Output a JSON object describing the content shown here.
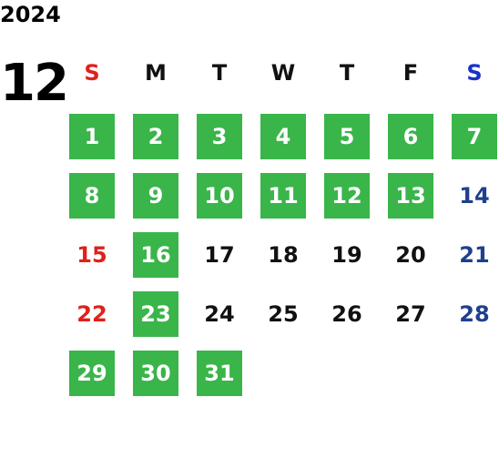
{
  "calendar": {
    "year": "2024",
    "month": "12",
    "weekdays": [
      {
        "label": "S",
        "color": "#e0201b"
      },
      {
        "label": "M",
        "color": "#111111"
      },
      {
        "label": "T",
        "color": "#111111"
      },
      {
        "label": "W",
        "color": "#111111"
      },
      {
        "label": "T",
        "color": "#111111"
      },
      {
        "label": "F",
        "color": "#111111"
      },
      {
        "label": "S",
        "color": "#1a32c8"
      }
    ],
    "colors": {
      "highlight_bg": "#39b54a",
      "highlight_text": "#ffffff",
      "sunday": "#e0201b",
      "saturday": "#1f3f8f",
      "weekday": "#111111"
    },
    "days": [
      {
        "day": "1",
        "highlighted": true
      },
      {
        "day": "2",
        "highlighted": true
      },
      {
        "day": "3",
        "highlighted": true
      },
      {
        "day": "4",
        "highlighted": true
      },
      {
        "day": "5",
        "highlighted": true
      },
      {
        "day": "6",
        "highlighted": true
      },
      {
        "day": "7",
        "highlighted": true
      },
      {
        "day": "8",
        "highlighted": true
      },
      {
        "day": "9",
        "highlighted": true
      },
      {
        "day": "10",
        "highlighted": true
      },
      {
        "day": "11",
        "highlighted": true
      },
      {
        "day": "12",
        "highlighted": true
      },
      {
        "day": "13",
        "highlighted": true
      },
      {
        "day": "14",
        "highlighted": false
      },
      {
        "day": "15",
        "highlighted": false
      },
      {
        "day": "16",
        "highlighted": true
      },
      {
        "day": "17",
        "highlighted": false
      },
      {
        "day": "18",
        "highlighted": false
      },
      {
        "day": "19",
        "highlighted": false
      },
      {
        "day": "20",
        "highlighted": false
      },
      {
        "day": "21",
        "highlighted": false
      },
      {
        "day": "22",
        "highlighted": false
      },
      {
        "day": "23",
        "highlighted": true
      },
      {
        "day": "24",
        "highlighted": false
      },
      {
        "day": "25",
        "highlighted": false
      },
      {
        "day": "26",
        "highlighted": false
      },
      {
        "day": "27",
        "highlighted": false
      },
      {
        "day": "28",
        "highlighted": false
      },
      {
        "day": "29",
        "highlighted": true
      },
      {
        "day": "30",
        "highlighted": true
      },
      {
        "day": "31",
        "highlighted": true
      }
    ]
  }
}
